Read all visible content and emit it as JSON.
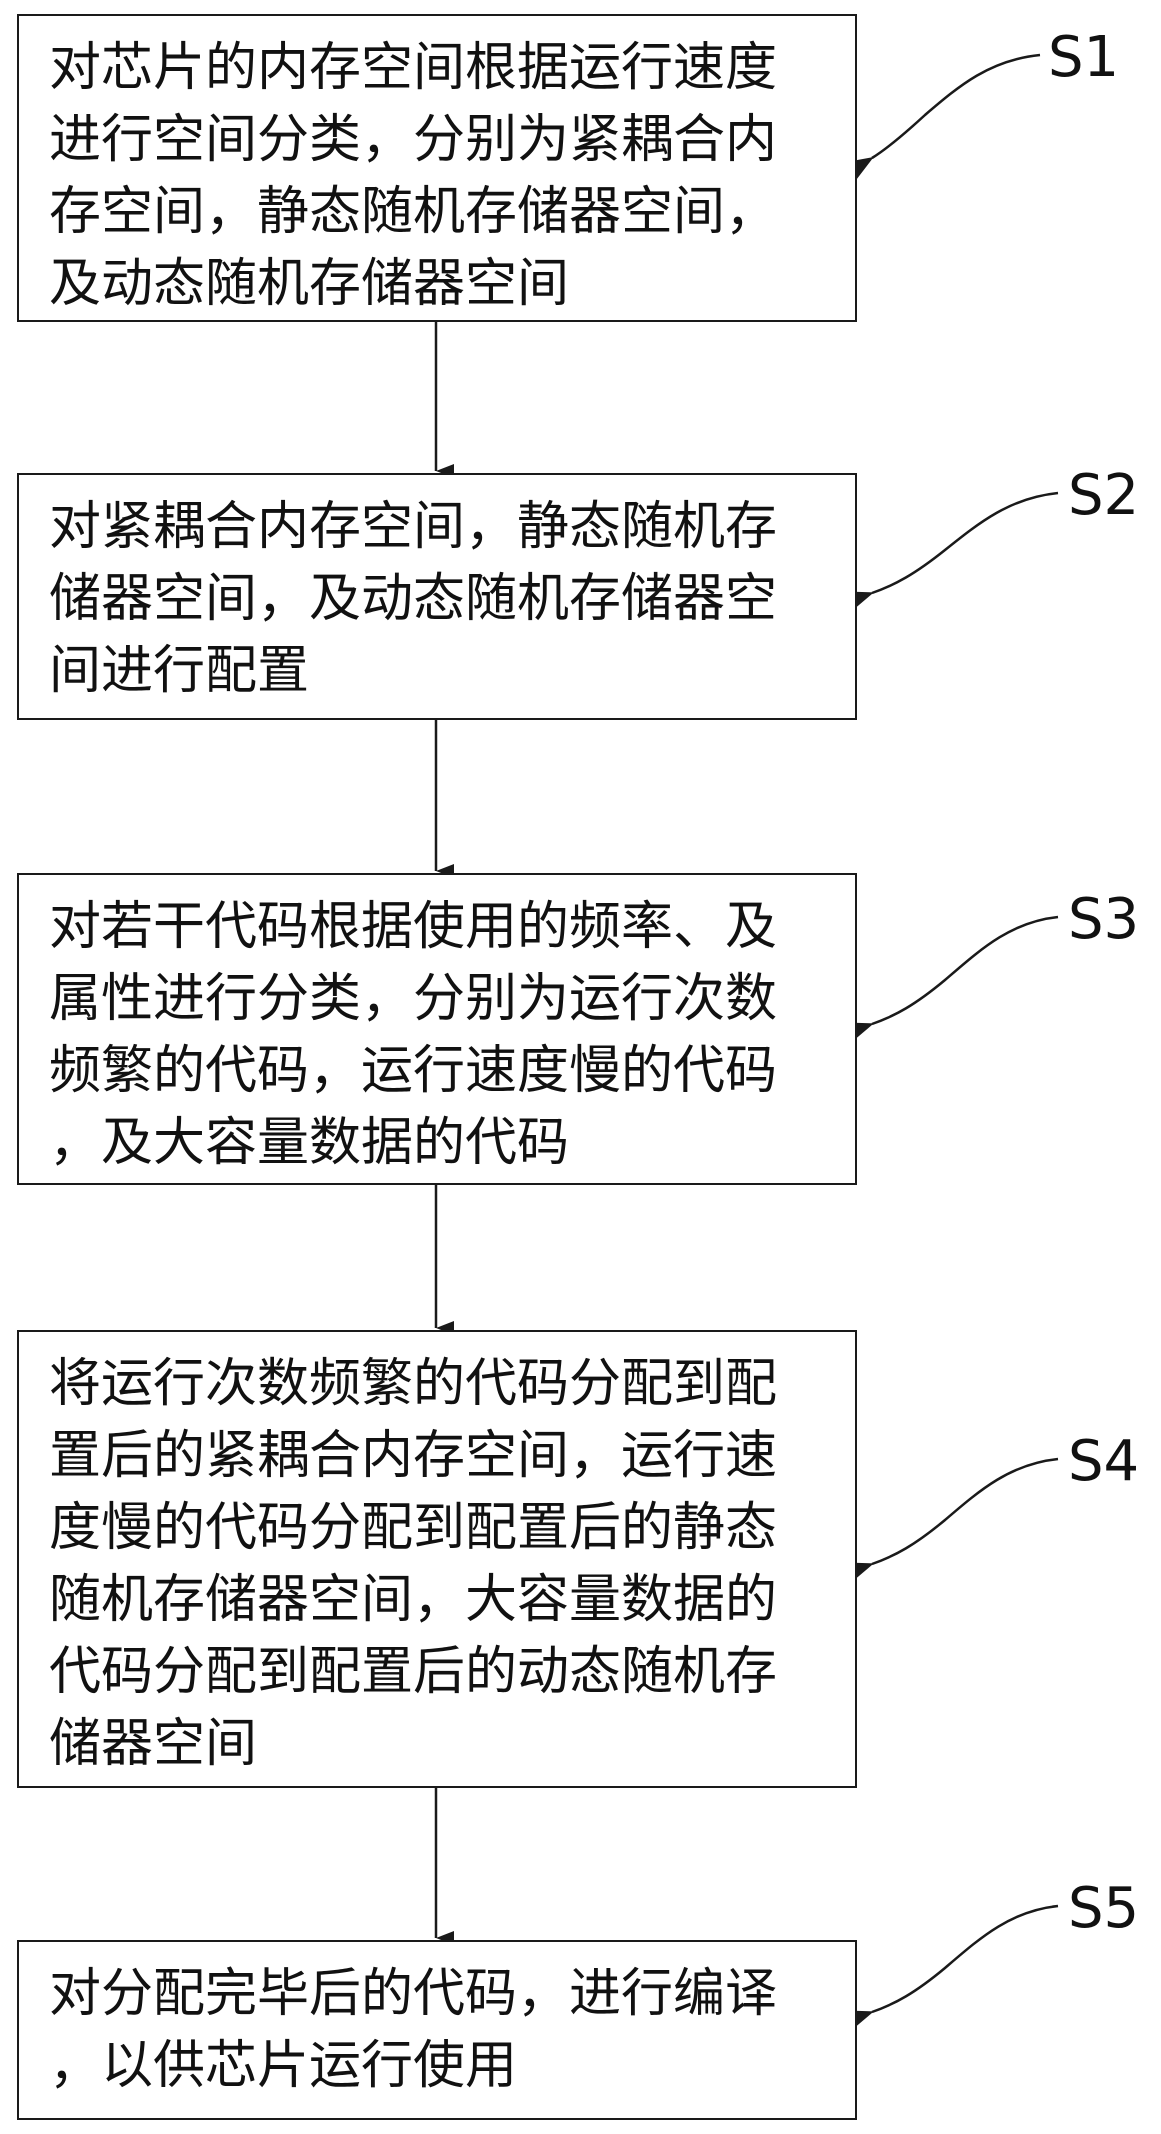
{
  "steps": [
    {
      "label": "S1",
      "text": "对芯片的内存空间根据运行速度\n进行空间分类，分别为紧耦合内\n存空间，静态随机存储器空间，\n及动态随机存储器空间"
    },
    {
      "label": "S2",
      "text": "对紧耦合内存空间，静态随机存\n储器空间，及动态随机存储器空\n间进行配置"
    },
    {
      "label": "S3",
      "text": "对若干代码根据使用的频率、及\n属性进行分类，分别为运行次数\n频繁的代码，运行速度慢的代码\n，及大容量数据的代码"
    },
    {
      "label": "S4",
      "text": "将运行次数频繁的代码分配到配\n置后的紧耦合内存空间，运行速\n度慢的代码分配到配置后的静态\n随机存储器空间，大容量数据的\n代码分配到配置后的动态随机存\n储器空间"
    },
    {
      "label": "S5",
      "text": "对分配完毕后的代码，进行编译\n，以供芯片运行使用"
    }
  ],
  "colors": {
    "line": "#1a1a1a",
    "text": "#111111",
    "background": "#ffffff"
  }
}
